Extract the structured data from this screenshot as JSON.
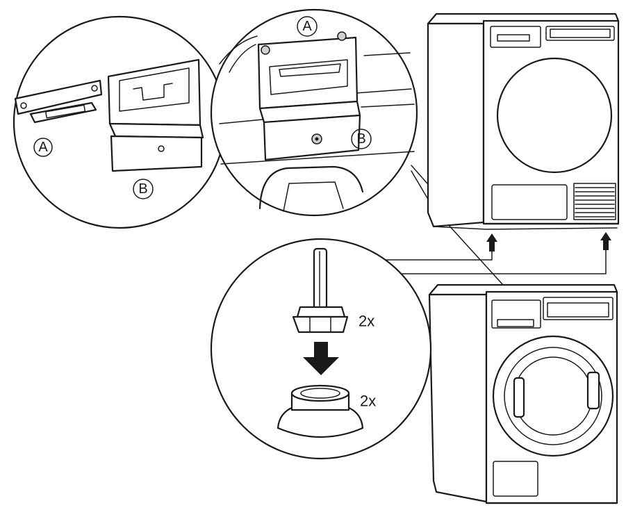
{
  "labels": {
    "bracket_a": "A",
    "bracket_b": "B",
    "mounted_a": "A",
    "mounted_b": "B"
  },
  "quantities": {
    "foot_count": "2x",
    "cup_count": "2x"
  },
  "colors": {
    "line": "#1a1a1a",
    "background": "#ffffff"
  }
}
